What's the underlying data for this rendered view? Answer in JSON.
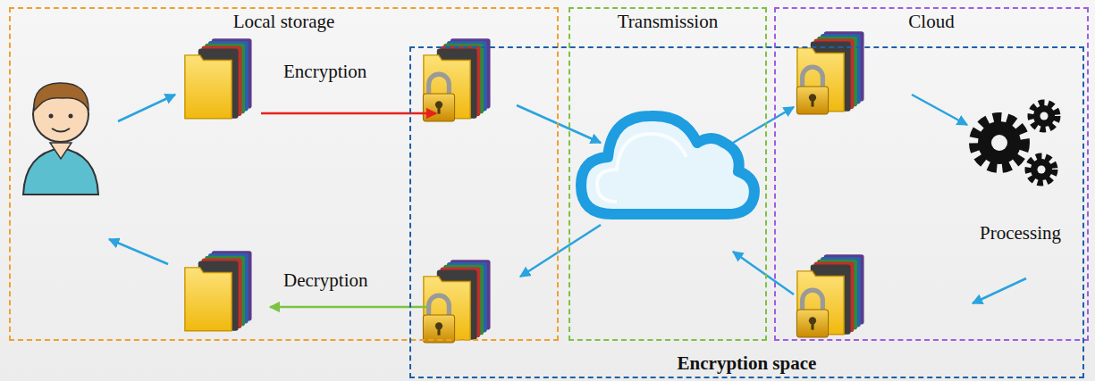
{
  "diagram": {
    "nodes": [
      {
        "text": [
          "Local storage"
        ]
      },
      {
        "text": [
          "Transmission"
        ]
      },
      {
        "text": [
          "Cloud"
        ]
      },
      {
        "text": [
          "Encryption space"
        ]
      }
    ],
    "labels": [
      "Encryption",
      "Decryption",
      "Processing"
    ]
  }
}
